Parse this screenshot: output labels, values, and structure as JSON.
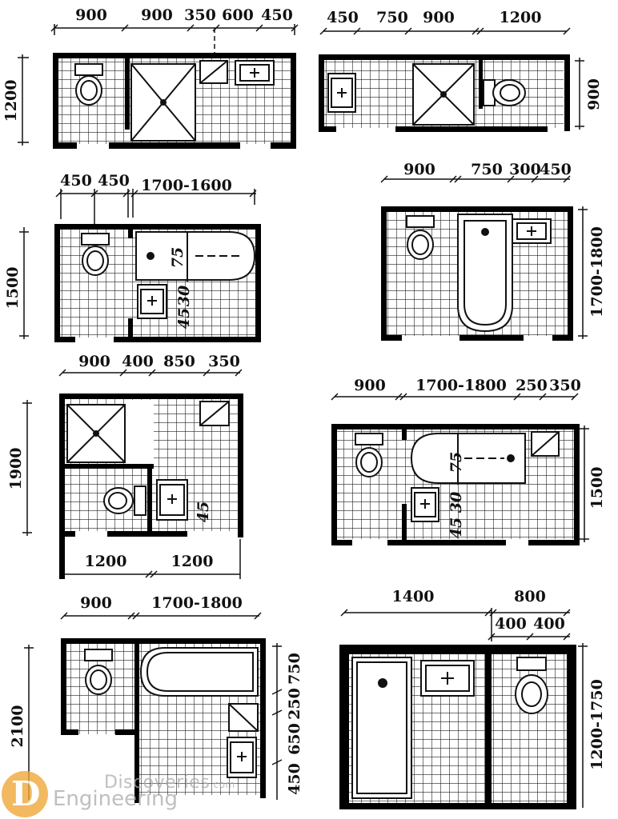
{
  "diagram": {
    "line_color": "#111111",
    "wall_color": "#000000",
    "tile_color": "#222222",
    "background": "#ffffff"
  },
  "plans": [
    {
      "top": [
        "900",
        "900",
        "350",
        "600",
        "450"
      ],
      "side": [
        "1200"
      ]
    },
    {
      "top": [
        "450",
        "750",
        "900",
        "1200"
      ],
      "side": [
        "900"
      ]
    },
    {
      "top": [
        "450",
        "450",
        "1700-1600"
      ],
      "side": [
        "1500"
      ],
      "tub": [
        "75"
      ],
      "inner": [
        "45",
        "30"
      ]
    },
    {
      "top": [
        "900",
        "750",
        "300",
        "450"
      ],
      "side": [
        "1700-1800"
      ]
    },
    {
      "top": [
        "900",
        "400",
        "850",
        "350"
      ],
      "bottom": [
        "1200",
        "1200"
      ],
      "side": [
        "1900"
      ],
      "inner": [
        "45"
      ]
    },
    {
      "top": [
        "900",
        "1700-1800",
        "250",
        "350"
      ],
      "side": [
        "1500"
      ],
      "tub": [
        "75"
      ],
      "inner": [
        "45",
        "30"
      ]
    },
    {
      "top": [
        "900",
        "1700-1800"
      ],
      "side": [
        "2100"
      ],
      "right": [
        "750",
        "250",
        "650",
        "450"
      ]
    },
    {
      "top": [
        "1400",
        "800"
      ],
      "sub": [
        "400",
        "400"
      ],
      "side": [
        "1200-1750"
      ]
    }
  ],
  "watermark": {
    "logo": "icon-logo",
    "line1": "Discoveries",
    "line1_suffix": ".com",
    "line2": "Engineering"
  }
}
